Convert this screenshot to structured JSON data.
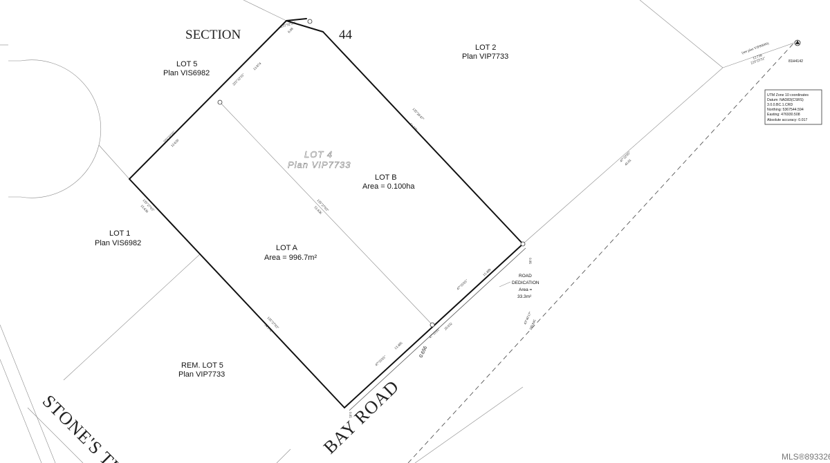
{
  "section": {
    "label": "SECTION",
    "number": "44"
  },
  "lots": {
    "lot5": {
      "name": "LOT 5",
      "plan": "Plan VIS6982"
    },
    "lot2": {
      "name": "LOT 2",
      "plan": "Plan VIP7733"
    },
    "lot4_old": {
      "name": "LOT 4",
      "plan": "Plan VIP7733"
    },
    "lotB": {
      "name": "LOT B",
      "area": "Area = 0.100ha"
    },
    "lot1": {
      "name": "LOT 1",
      "plan": "Plan VIS6982"
    },
    "lotA": {
      "name": "LOT A",
      "area": "Area = 996.7m²"
    },
    "rem_lot5": {
      "name": "REM. LOT 5",
      "plan": "Plan VIP7733"
    }
  },
  "road_dedication": {
    "line1": "ROAD",
    "line2": "DEDICATION",
    "line3": "Area =",
    "line4": "33.3m²"
  },
  "roads": {
    "stones": "STONE'S TH",
    "bay": "BAY ROAD"
  },
  "utm": {
    "line1": "UTM Zone 10 coordinates",
    "line2": "Datum: NAD83(CSRS)",
    "line3": "3.0.0.BC.1.CRD",
    "line4": "Northing: 5367544.594",
    "line5": "Easting: 476930.508",
    "line6": "Absolute accuracy: 0.017"
  },
  "monument_id": "81H4142",
  "dimension_labels": {
    "d_top_small": "6.08",
    "d_top_left_bearing": "225°32'55\"",
    "d_lot5_a": "13.874",
    "d_lot5_b": "225°32'55\"",
    "d_left_top": "12.630",
    "d_left_top_b": "225°32'55\"",
    "d_left_mid": "15.630",
    "d_left_mid_b": "135°27'03\"",
    "d_left_low": "34.178",
    "d_left_low_b": "135°27'03\"",
    "d_center": "51.636",
    "d_center_b": "135°27'03\"",
    "d_right_top": "51.575",
    "d_right_top_b": "135°26'47\"",
    "d_east": "45.01",
    "d_east_b": "47°22'05\"",
    "d_road_a": "13.485",
    "d_road_b": "26.032",
    "d_road_c": "15.489",
    "d_road_bear": "47°35'05\"",
    "d_dash": "109.845",
    "d_dash_b": "43°40'17\"",
    "d_ref_top": "12.739",
    "d_ref_bear": "225°25'51\"",
    "d_ref_plan": "(see plan VIP90000)",
    "d_small_056": "0.656",
    "d_corner_a": "0.05",
    "d_corner_b": "0.06"
  },
  "watermark": "MLS®893326"
}
